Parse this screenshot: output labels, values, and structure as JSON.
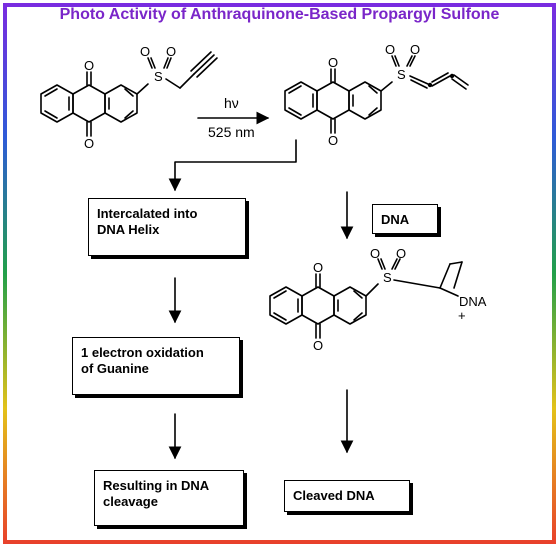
{
  "title": "Photo Activity of Anthraquinone-Based Propargyl Sulfone",
  "reaction": {
    "light_label": "hν",
    "wavelength_label": "525 nm"
  },
  "atoms": {
    "oxygen": "O",
    "sulfur": "S",
    "plus": "+"
  },
  "dna_adduct_label": "DNA",
  "boxes": {
    "intercalated": "Intercalated into\nDNA Helix",
    "oxidation": "1 electron oxidation\nof Guanine",
    "cleavage_result": "Resulting in DNA\ncleavage",
    "dna": "DNA",
    "cleaved": "Cleaved DNA"
  },
  "colors": {
    "title": "#7a26c9",
    "frame_gradient": [
      "#7a2be0",
      "#2e5bd8",
      "#22a04a",
      "#e3c21a",
      "#e8402b"
    ]
  }
}
